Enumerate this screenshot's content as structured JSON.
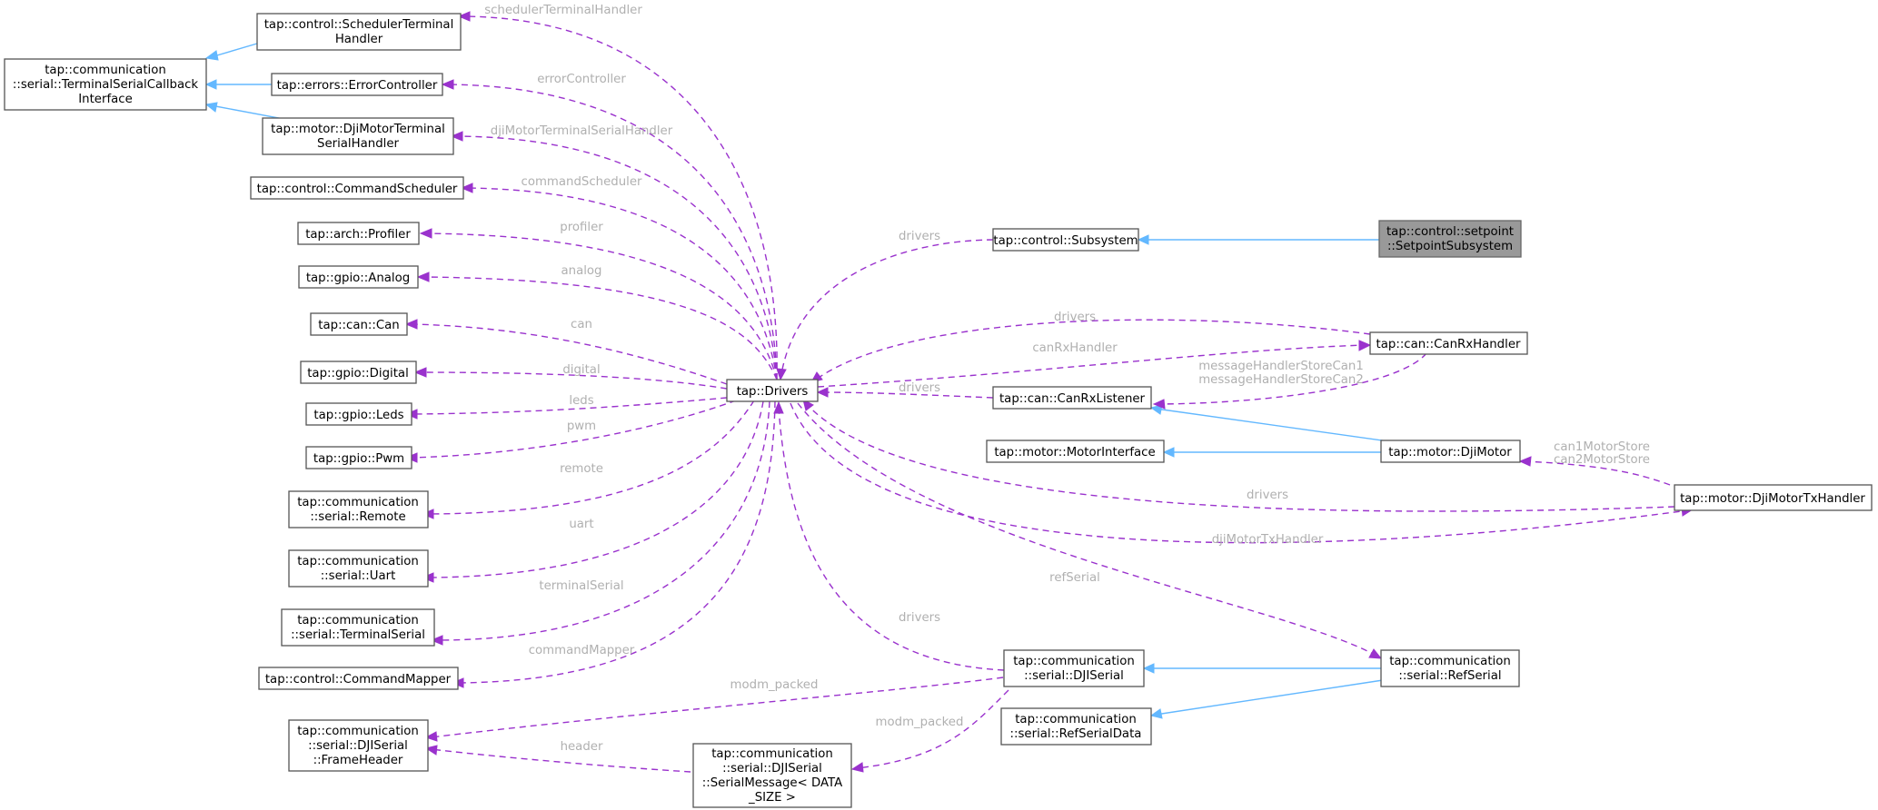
{
  "nodes": {
    "scheduler_terminal_handler": [
      "tap::control::SchedulerTerminal",
      "Handler"
    ],
    "terminal_serial_callback": [
      "tap::communication",
      "::serial::TerminalSerialCallback",
      "Interface"
    ],
    "error_controller": [
      "tap::errors::ErrorController"
    ],
    "dji_motor_terminal_serial_handler": [
      "tap::motor::DjiMotorTerminal",
      "SerialHandler"
    ],
    "command_scheduler": [
      "tap::control::CommandScheduler"
    ],
    "profiler": [
      "tap::arch::Profiler"
    ],
    "analog": [
      "tap::gpio::Analog"
    ],
    "can": [
      "tap::can::Can"
    ],
    "digital": [
      "tap::gpio::Digital"
    ],
    "leds": [
      "tap::gpio::Leds"
    ],
    "pwm": [
      "tap::gpio::Pwm"
    ],
    "remote": [
      "tap::communication",
      "::serial::Remote"
    ],
    "uart": [
      "tap::communication",
      "::serial::Uart"
    ],
    "terminal_serial": [
      "tap::communication",
      "::serial::TerminalSerial"
    ],
    "command_mapper": [
      "tap::control::CommandMapper"
    ],
    "frame_header": [
      "tap::communication",
      "::serial::DJISerial",
      "::FrameHeader"
    ],
    "serial_message": [
      "tap::communication",
      "::serial::DJISerial",
      "::SerialMessage< DATA",
      "_SIZE >"
    ],
    "drivers": [
      "tap::Drivers"
    ],
    "subsystem": [
      "tap::control::Subsystem"
    ],
    "setpoint_subsystem": [
      "tap::control::setpoint",
      "::SetpointSubsystem"
    ],
    "can_rx_handler": [
      "tap::can::CanRxHandler"
    ],
    "can_rx_listener": [
      "tap::can::CanRxListener"
    ],
    "motor_interface": [
      "tap::motor::MotorInterface"
    ],
    "dji_motor": [
      "tap::motor::DjiMotor"
    ],
    "dji_motor_tx_handler": [
      "tap::motor::DjiMotorTxHandler"
    ],
    "dji_serial": [
      "tap::communication",
      "::serial::DJISerial"
    ],
    "ref_serial": [
      "tap::communication",
      "::serial::RefSerial"
    ],
    "ref_serial_data": [
      "tap::communication",
      "::serial::RefSerialData"
    ]
  },
  "edge_labels": {
    "scheduler_terminal_handler": "schedulerTerminalHandler",
    "error_controller": "errorController",
    "dji_motor_terminal_serial_handler": "djiMotorTerminalSerialHandler",
    "command_scheduler": "commandScheduler",
    "profiler": "profiler",
    "analog": "analog",
    "can": "can",
    "digital": "digital",
    "leds": "leds",
    "pwm": "pwm",
    "remote": "remote",
    "uart": "uart",
    "terminal_serial": "terminalSerial",
    "command_mapper": "commandMapper",
    "modm_packed_frame": "modm_packed",
    "header": "header",
    "modm_packed_message": "modm_packed",
    "subsystem_drivers": "drivers",
    "can_rx_handler_drivers": "drivers",
    "can_rx_handler": "canRxHandler",
    "can_rx_listener_drivers": "drivers",
    "message_handler_store_can1": "messageHandlerStoreCan1",
    "message_handler_store_can2": "messageHandlerStoreCan2",
    "can1_motor_store": "can1MotorStore",
    "can2_motor_store": "can2MotorStore",
    "tx_handler_drivers": "drivers",
    "dji_motor_tx_handler": "djiMotorTxHandler",
    "ref_serial": "refSerial",
    "dji_serial_drivers": "drivers"
  }
}
